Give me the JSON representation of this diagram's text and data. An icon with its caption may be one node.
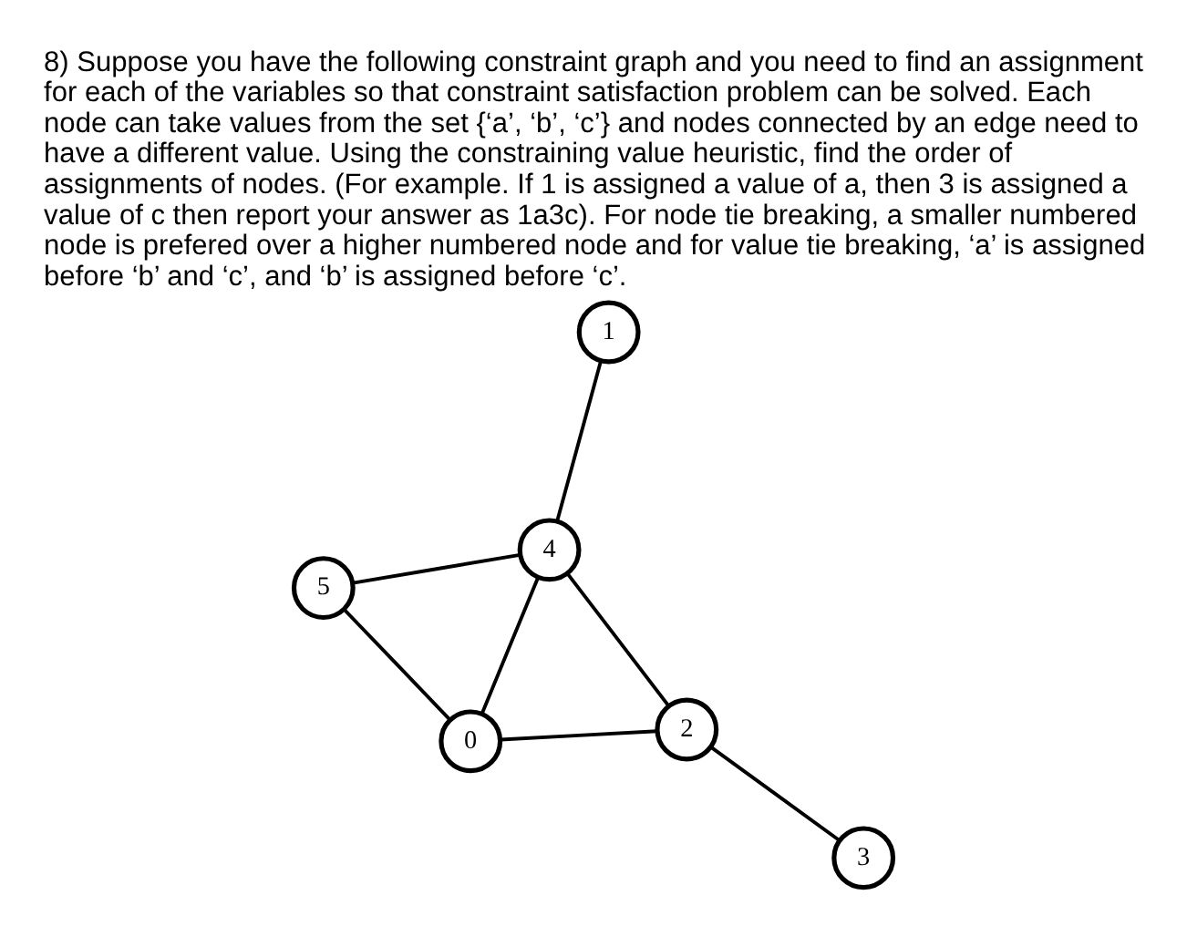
{
  "diagram": {
    "title": "8) Suppose you have the following constraint graph and you need to find an assignment for each of the variables so that constraint satisfaction problem can be solved. Each node can take values from the set {‘a’, ‘b’, ‘c’} and nodes connected by an edge need to have a different value. Using the constraining value heuristic, find the order of assignments of nodes. (For example. If 1 is assigned a value of a, then 3 is assigned a value of c then report your answer as 1a3c). For node tie breaking, a smaller numbered node is prefered over a higher numbered node and for value tie breaking, ‘a’ is assigned before ‘b’ and ‘c’, and ‘b’ is assigned before ‘c’.",
    "nodes": [
      {
        "text": [
          "5"
        ]
      },
      {
        "text": [
          "1"
        ]
      },
      {
        "text": [
          "0"
        ]
      },
      {
        "text": [
          "4"
        ]
      },
      {
        "text": [
          "3"
        ]
      },
      {
        "text": [
          "2"
        ]
      }
    ],
    "edges": [
      {
        "from": 1,
        "to": 3,
        "arrow": "none"
      },
      {
        "from": 0,
        "to": 3,
        "arrow": "none"
      },
      {
        "from": 0,
        "to": 2,
        "arrow": "none"
      },
      {
        "from": 3,
        "to": 2,
        "arrow": "none"
      },
      {
        "from": 3,
        "to": 5,
        "arrow": "none"
      },
      {
        "from": 2,
        "to": 5,
        "arrow": "none"
      },
      {
        "from": 4,
        "to": 5,
        "arrow": "none"
      }
    ]
  }
}
